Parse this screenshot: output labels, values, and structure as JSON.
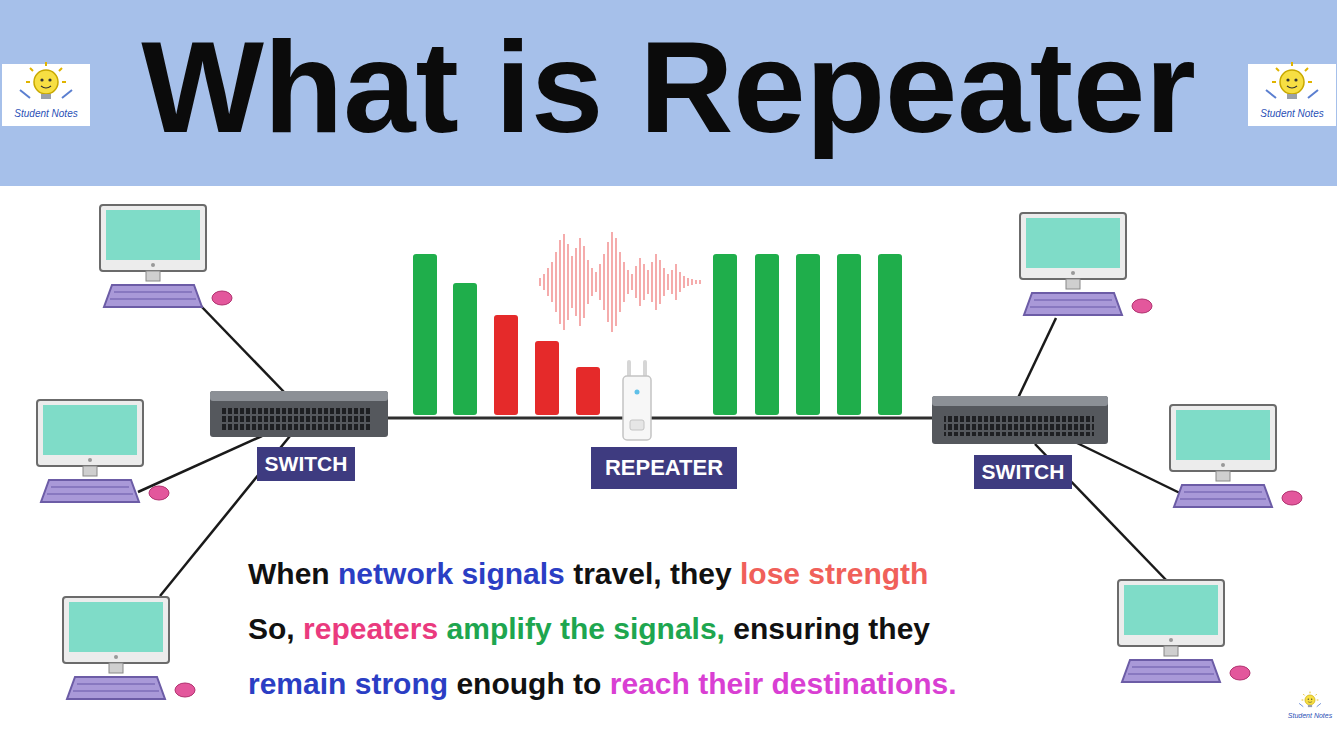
{
  "diagram": {
    "title": "What is Repeater",
    "nodes": [
      {
        "text": [
          "SWITCH"
        ]
      },
      {
        "text": [
          "REPEATER"
        ]
      },
      {
        "text": [
          "SWITCH"
        ]
      }
    ],
    "edges": [
      {
        "from": 0,
        "to": 1,
        "arrow": "none"
      },
      {
        "from": 1,
        "to": 2,
        "arrow": "none"
      }
    ],
    "labels": [
      "Student Notes",
      "Student Notes",
      "When",
      "network signals",
      "travel, they",
      "lose strength",
      "So,",
      "repeaters",
      "amplify the signals,",
      "ensuring they",
      "remain strong",
      "enough to",
      "reach their destinations.",
      "Student Notes"
    ]
  }
}
